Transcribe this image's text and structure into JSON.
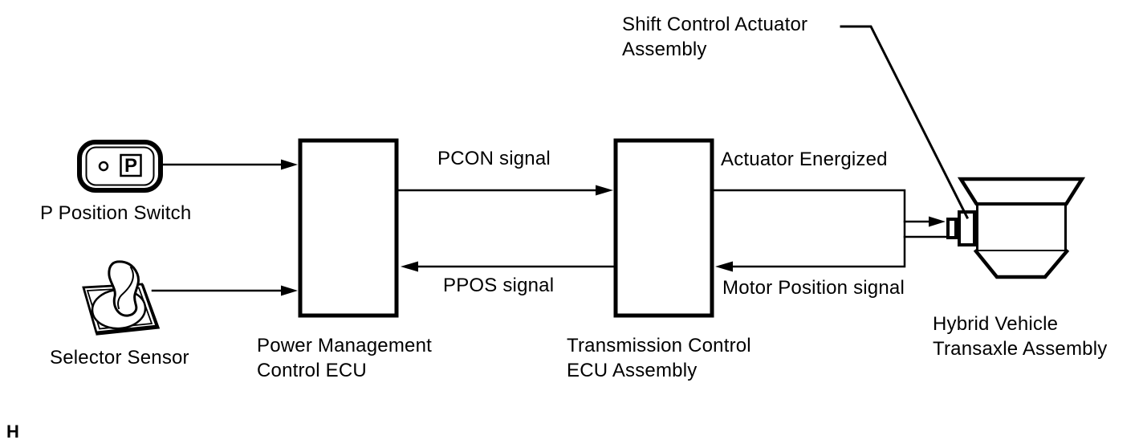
{
  "page": {
    "background_color": "#ffffff",
    "ink_color": "#000000"
  },
  "diagram": {
    "callouts": {
      "shift_actuator": "Shift Control Actuator\nAssembly"
    },
    "components": {
      "p_position_switch": {
        "label": "P Position Switch",
        "button_letter": "P"
      },
      "selector_sensor": {
        "label": "Selector Sensor"
      },
      "power_management_ecu": {
        "label": "Power Management\nControl ECU"
      },
      "transmission_ecu": {
        "label": "Transmission Control\nECU Assembly"
      },
      "transaxle": {
        "label": "Hybrid Vehicle\nTransaxle Assembly"
      }
    },
    "signals": {
      "pcon": "PCON signal",
      "ppos": "PPOS signal",
      "actuator_energized": "Actuator Energized",
      "motor_position": "Motor Position signal"
    },
    "footnote": "H"
  }
}
